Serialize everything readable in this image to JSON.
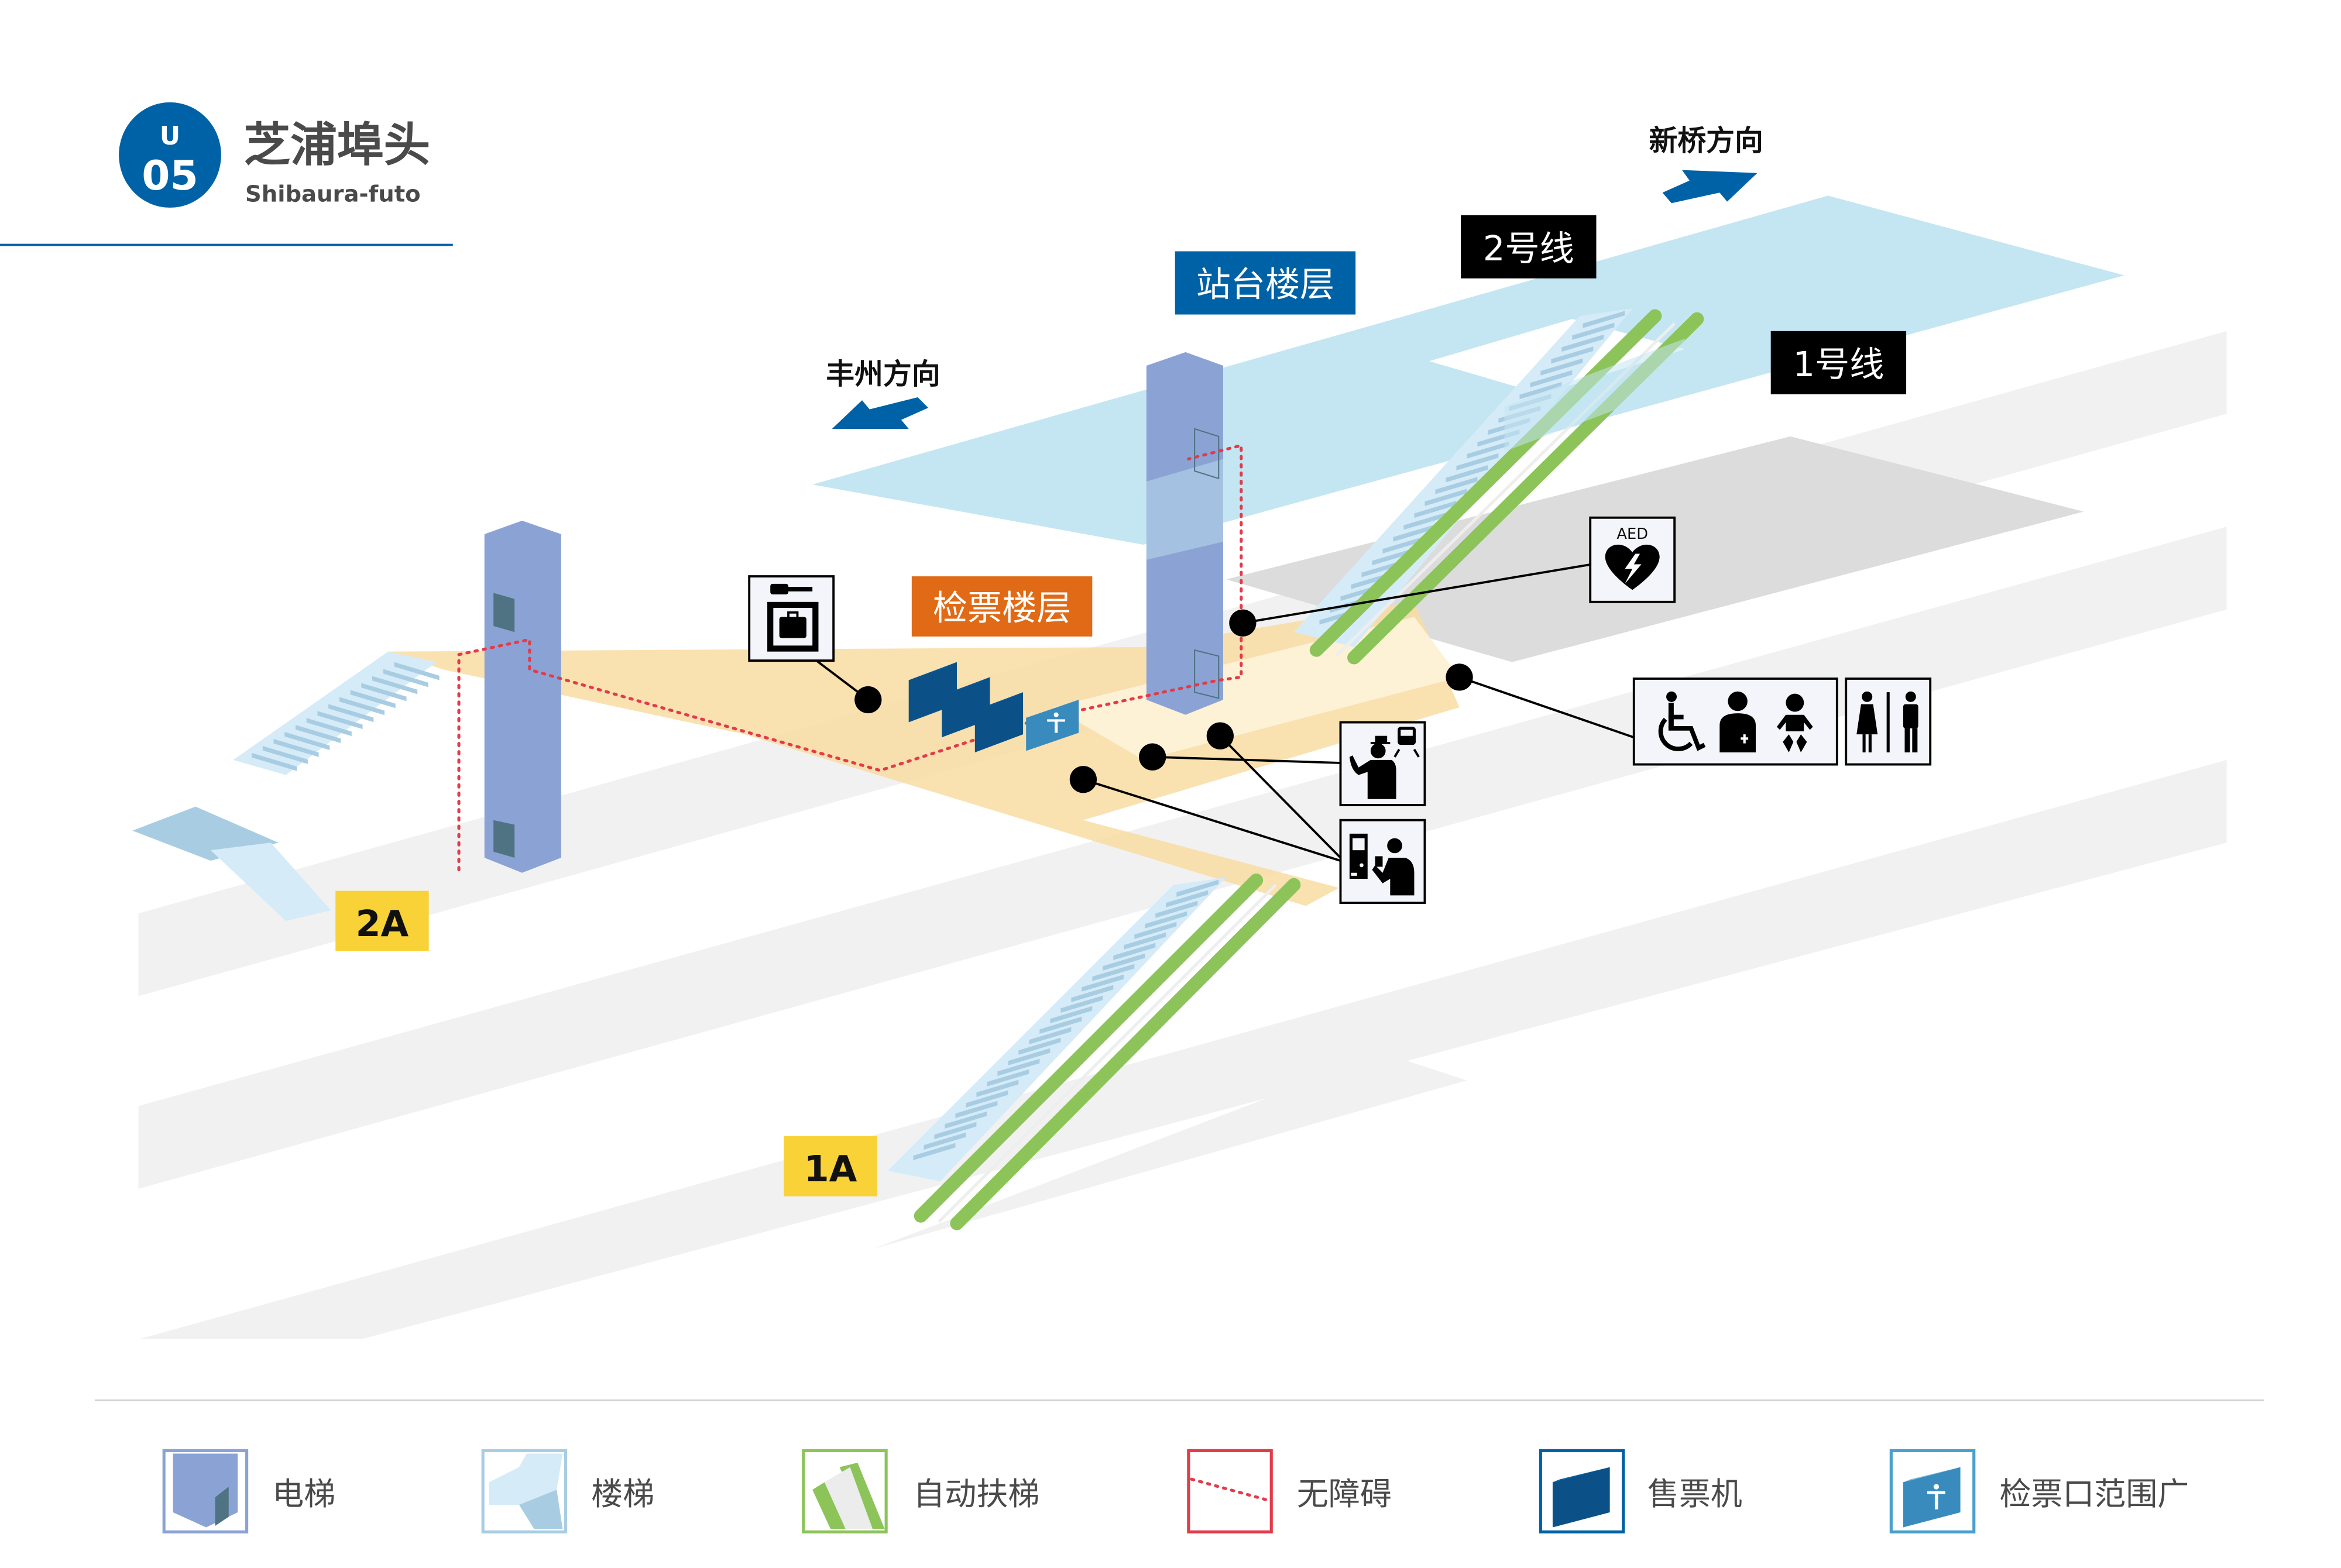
{
  "station": {
    "line_letter": "U",
    "number": "05",
    "name_zh": "芝浦埠头",
    "name_en": "Shibaura-futo",
    "badge_color": "#0062a6"
  },
  "directions": {
    "shinbashi": "新桥方向",
    "toyosu": "丰州方向"
  },
  "floors": {
    "platform": "站台楼层",
    "ticket": "检票楼层"
  },
  "tracks": {
    "line2": "2号线",
    "line1": "1号线"
  },
  "exits": {
    "exit_2a": "2A",
    "exit_1a": "1A"
  },
  "facilities": {
    "aed_text": "AED",
    "items": [
      "coin-locker",
      "aed",
      "accessible-toilet-ostomate-babycare",
      "toilet",
      "station-office",
      "ticket-machine-fare-adjustment"
    ]
  },
  "legend": [
    {
      "key": "elevator",
      "label": "电梯",
      "color": "#8ba3d4"
    },
    {
      "key": "stairs",
      "label": "楼梯",
      "color": "#a8cde3"
    },
    {
      "key": "escalator",
      "label": "自动扶梯",
      "color": "#8cc45a"
    },
    {
      "key": "barrier-free",
      "label": "无障碍",
      "color": "#e23b4a"
    },
    {
      "key": "ticket-machine",
      "label": "售票机",
      "color": "#0062a6"
    },
    {
      "key": "gate-area",
      "label": "检票口范围广",
      "color": "#47a0cf"
    }
  ],
  "colors": {
    "brand_blue": "#0062a6",
    "ticket_floor_orange": "#e06a15",
    "exit_yellow": "#f8d236",
    "platform_blue": "#c4e6f2",
    "concourse_orange": "#f9dca2"
  }
}
